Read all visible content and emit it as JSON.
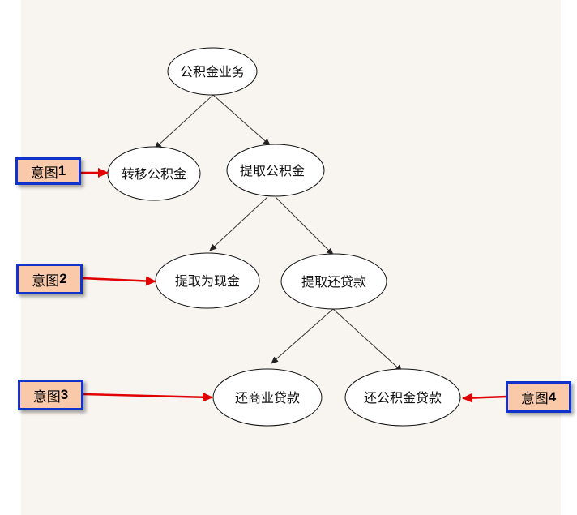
{
  "nodes": {
    "root": "公积金业务",
    "transfer": "转移公积金",
    "withdraw": "提取公积金",
    "cash": "提取为现金",
    "repay": "提取还贷款",
    "commercial": "还商业贷款",
    "provident": "还公积金贷款"
  },
  "intents": [
    {
      "prefix": "意图",
      "num": "1"
    },
    {
      "prefix": "意图",
      "num": "2"
    },
    {
      "prefix": "意图",
      "num": "3"
    },
    {
      "prefix": "意图",
      "num": "4"
    }
  ],
  "colors": {
    "background": "#f8f5f0",
    "tag_fill": "#f9c9a9",
    "tag_border": "#1133cc",
    "arrow": "#e00000"
  }
}
